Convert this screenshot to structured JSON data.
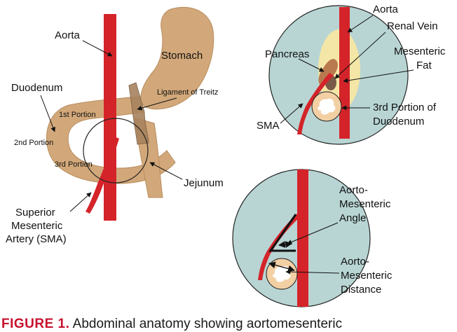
{
  "colors": {
    "aorta": "#d4242a",
    "duodenum": "#d2a87a",
    "circle_fill": "#b8d5d4",
    "fat": "#f4e6a6",
    "pancreas": "#b87a4e",
    "caption_label": "#c8102e"
  },
  "left_panel": {
    "aorta": "Aorta",
    "stomach": "Stomach",
    "duodenum": "Duodenum",
    "ligament": "Ligament of Treitz",
    "portion_1": "1st Portion",
    "portion_2": "2nd Portion",
    "portion_3": "3rd Portion",
    "jejunum": "Jejunum",
    "sma_line1": "Superior",
    "sma_line2": "Mesenteric",
    "sma_line3": "Artery (SMA)"
  },
  "top_right_panel": {
    "aorta": "Aorta",
    "renal_vein": "Renal Vein",
    "pancreas": "Pancreas",
    "mesenteric_fat_line1": "Mesenteric",
    "mesenteric_fat_line2": "Fat",
    "sma": "SMA",
    "third_portion_line1": "3rd Portion of",
    "third_portion_line2": "Duodenum"
  },
  "bottom_right_panel": {
    "angle_line1": "Aorto-",
    "angle_line2": "Mesenteric",
    "angle_line3": "Angle",
    "distance_line1": "Aorto-",
    "distance_line2": "Mesenteric",
    "distance_line3": "Distance"
  },
  "caption": {
    "label": "FIGURE 1.",
    "text": "Abdominal anatomy showing aortomesenteric"
  }
}
